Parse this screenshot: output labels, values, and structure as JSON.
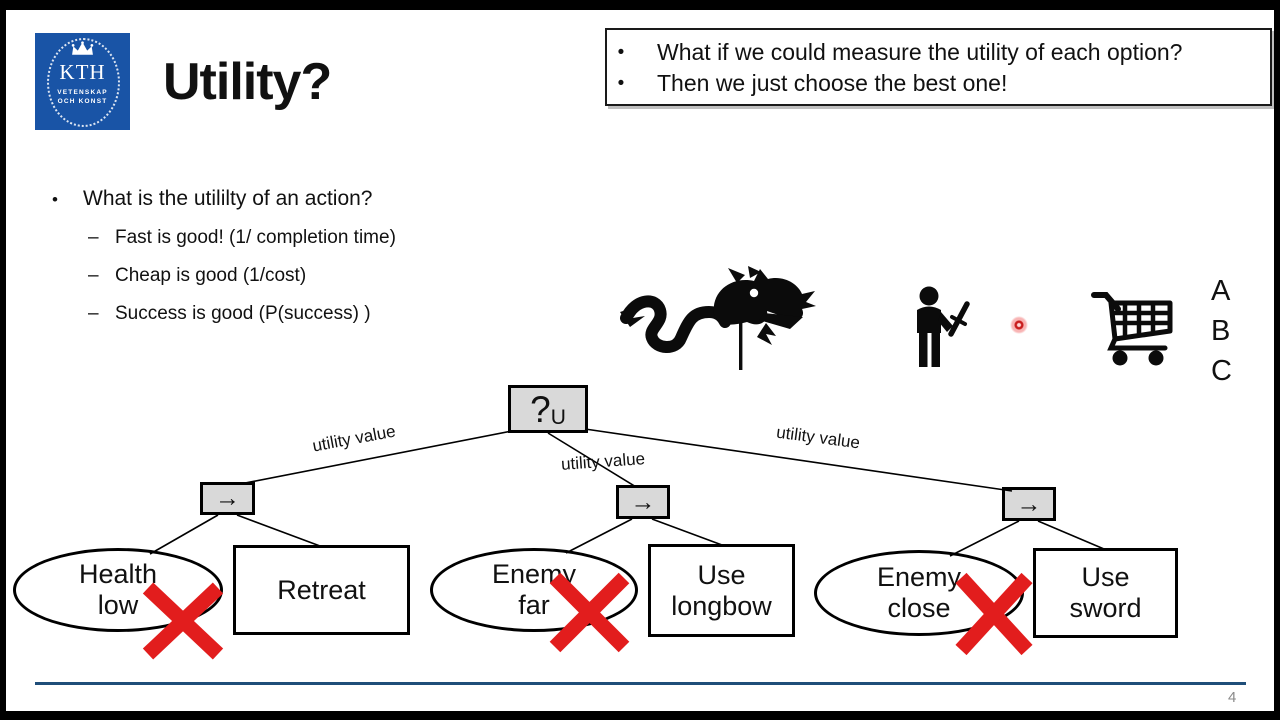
{
  "header": {
    "title": "Utility?"
  },
  "logo": {
    "org": "KTH",
    "caption1": "VETENSKAP",
    "caption2": "OCH KONST"
  },
  "callout": {
    "marker": "•",
    "bullets": [
      "What if we could measure the utility of each option?",
      "Then we just choose the best one!"
    ]
  },
  "body": {
    "marker": "•",
    "dash": "–",
    "question": "What is the utililty of an action?",
    "points": [
      "Fast is good! (1/ completion time)",
      "Cheap is good (1/cost)",
      "Success is good (P(success) )"
    ]
  },
  "scene": {
    "icons": [
      "dragon-icon",
      "swordsman-icon",
      "laser-pointer-dot",
      "shopping-cart-icon"
    ],
    "letters": [
      "A",
      "B",
      "C"
    ]
  },
  "tree": {
    "root_symbol": "?",
    "root_subscript": "U",
    "decision_symbol": "→",
    "edge_labels": [
      "utility value",
      "utility value",
      "utility value"
    ],
    "branches": [
      {
        "condition": "Health\nlow",
        "action": "Retreat",
        "crossed_out": true
      },
      {
        "condition": "Enemy\nfar",
        "action": "Use\nlongbow",
        "crossed_out": true
      },
      {
        "condition": "Enemy\nclose",
        "action": "Use\nsword",
        "crossed_out": true
      }
    ]
  },
  "footer": {
    "page_number": "4"
  },
  "colors": {
    "kth_blue": "#1954A6",
    "footer_blue": "#1F4E79",
    "node_fill": "#D9D9D9",
    "cross_red": "#E21D1D",
    "page_gray": "#8A8A8A"
  }
}
